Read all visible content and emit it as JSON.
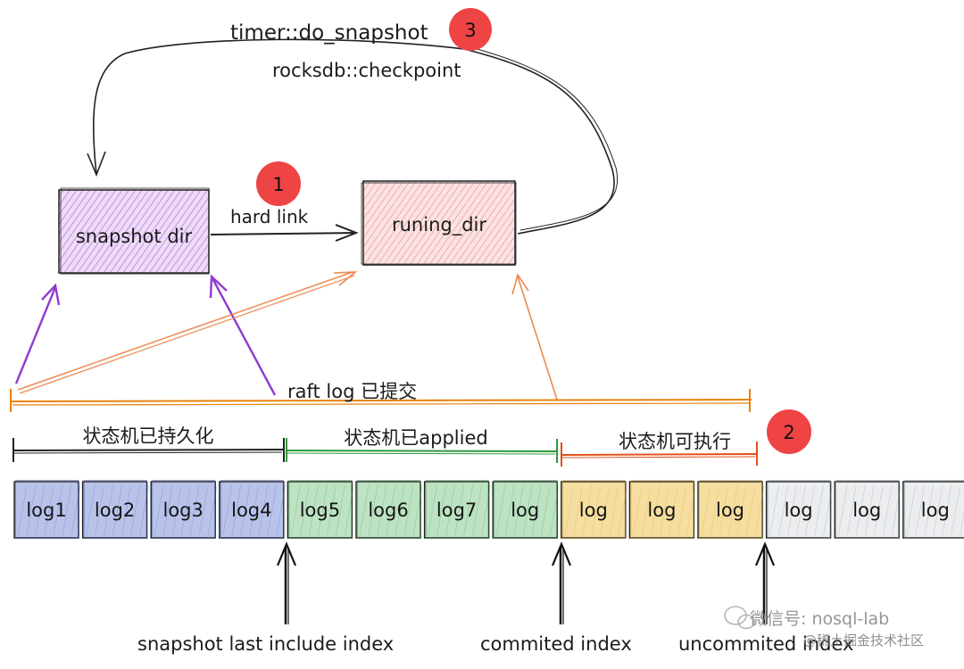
{
  "top_loop": {
    "label_line1": "timer::do_snapshot",
    "label_line2": "rocksdb::checkpoint",
    "badge": "3"
  },
  "boxes": {
    "snapshot": {
      "label": "snapshot dir",
      "fill": "#d9b8ec",
      "stroke": "#9c4fd1"
    },
    "running": {
      "label": "runing_dir",
      "fill": "#f6c9c9",
      "stroke": "#e06767"
    }
  },
  "link": {
    "label": "hard link",
    "badge": "1"
  },
  "raft_span": {
    "label": "raft log 已提交",
    "color": "#e8820c"
  },
  "badge_2": "2",
  "segments": [
    {
      "label": "状态机已持久化",
      "color": "#222222"
    },
    {
      "label": "状态机已applied",
      "color": "#2e9a3a"
    },
    {
      "label": "状态机可执行",
      "color": "#e2501a"
    }
  ],
  "logs": [
    {
      "label": "log1",
      "group": "persisted"
    },
    {
      "label": "log2",
      "group": "persisted"
    },
    {
      "label": "log3",
      "group": "persisted"
    },
    {
      "label": "log4",
      "group": "persisted"
    },
    {
      "label": "log5",
      "group": "applied"
    },
    {
      "label": "log6",
      "group": "applied"
    },
    {
      "label": "log7",
      "group": "applied"
    },
    {
      "label": "log",
      "group": "applied"
    },
    {
      "label": "log",
      "group": "executable"
    },
    {
      "label": "log",
      "group": "executable"
    },
    {
      "label": "log",
      "group": "executable"
    },
    {
      "label": "log",
      "group": "uncommitted"
    },
    {
      "label": "log",
      "group": "uncommitted"
    },
    {
      "label": "log",
      "group": "uncommitted"
    }
  ],
  "group_colors": {
    "persisted": {
      "fill": "#b9c3ea",
      "stroke": "#4a5aa8"
    },
    "applied": {
      "fill": "#bde3c2",
      "stroke": "#3f8e4d"
    },
    "executable": {
      "fill": "#f6dea0",
      "stroke": "#c79a2a"
    },
    "uncommitted": {
      "fill": "#ebedef",
      "stroke": "#7f8790"
    }
  },
  "pointers": [
    {
      "label": "snapshot last include index"
    },
    {
      "label": "commited index"
    },
    {
      "label": "uncommited index"
    }
  ],
  "badge_color": "#ef4444",
  "watermark": {
    "line1": "微信号: nosql-lab",
    "line2": "@稀土掘金技术社区"
  }
}
